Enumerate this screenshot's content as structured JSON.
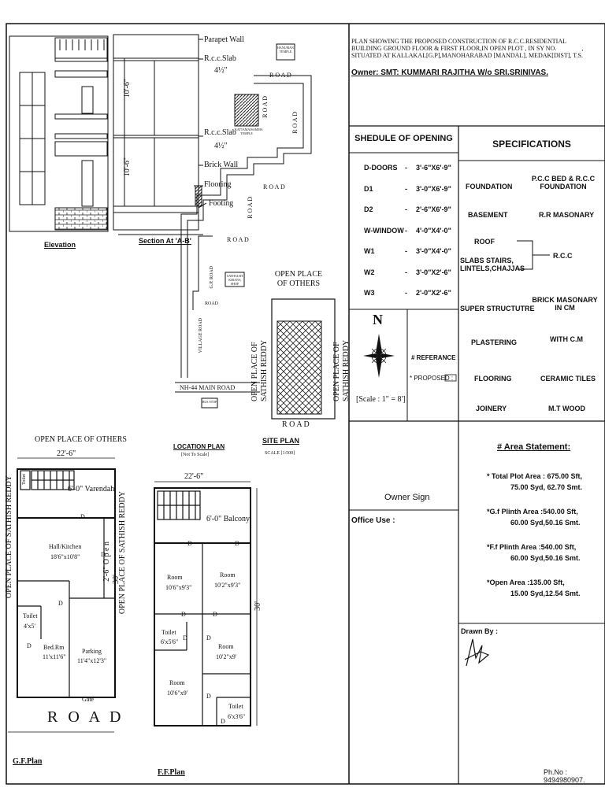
{
  "title_block": {
    "line1": "PLAN SHOWING THE PROPOSED CONSTRUCTION OF R.C.C.RESIDENTIAL",
    "line2": "BUILDING GROUND FLOOR & FIRST FLOOR,IN OPEN PLOT , IN SY NO.                ,",
    "line3": "SITUATED AT KALLAKAL[G.P],MANOHARABAD [MANDAL], MEDAK[DIST], T.S.",
    "owner": "Owner: SMT: KUMMARI RAJITHA W/o SRI.SRINIVAS."
  },
  "schedule": {
    "heading": "SHEDULE  OF OPENING",
    "rows": [
      {
        "key": "D-DOORS",
        "value": "3'-6\"X6'-9\""
      },
      {
        "key": "D1",
        "value": "3'-0\"X6'-9\""
      },
      {
        "key": "D2",
        "value": "2'-6\"X6'-9\""
      },
      {
        "key": "W-WINDOW",
        "value": "4'-0\"X4'-0\""
      },
      {
        "key": "W1",
        "value": "3'-0\"X4'-0\""
      },
      {
        "key": "W2",
        "value": "3'-0\"X2'-6\""
      },
      {
        "key": "W3",
        "value": "2'-0\"X2'-6\""
      }
    ]
  },
  "specifications": {
    "heading": "SPECIFICATIONS",
    "foundation_k": "FOUNDATION",
    "foundation_v": "P.C.C BED & R.C.C FOUNDATION",
    "basement_k": "BASEMENT",
    "basement_v": "R.R MASONARY",
    "roof_k": "ROOF",
    "slabs_k": "SLABS STAIRS, LINTELS,CHAJJAS",
    "roof_v": "R.C.C",
    "super_k": "SUPER STRUCTUTRE",
    "super_v": "BRICK MASONARY IN CM",
    "plaster_k": "PLASTERING",
    "plaster_v": "WITH C.M",
    "floor_k": "FLOORING",
    "floor_v": "CERAMIC TILES",
    "joinery_k": "JOINERY",
    "joinery_v": "M.T WOOD"
  },
  "legend": {
    "north": "N",
    "scale": "[Scale : 1\" = 8']",
    "reference": "# REFERANCE :",
    "proposed": "* PROPOSED :"
  },
  "area": {
    "heading": "# Area Statement:",
    "total_1": "* Total Plot Area : 675.00 Sft,",
    "total_2": "75.00 Syd, 62.70 Smt.",
    "gf_1": "*G.f Plinth Area :540.00 Sft,",
    "gf_2": "60.00 Syd,50.16 Smt.",
    "ff_1": "*F.f Plinth Area :540.00 Sft,",
    "ff_2": "60.00 Syd,50.16 Smt.",
    "open_1": "*Open Area :135.00 Sft,",
    "open_2": "15.00 Syd,12.54 Smt."
  },
  "signatures": {
    "owner_sign": "Owner Sign",
    "office_use": "Office Use :",
    "drawn_by": "Drawn By :",
    "phone": "Ph.No : 9494980907."
  },
  "elevation": {
    "caption": "Elevation"
  },
  "section": {
    "caption": "Section At 'A-B'",
    "parapet": "Parapet Wall",
    "slab1": "R.c.c.Slab",
    "thk1": "4½\"",
    "slab2": "R.c.c.Slab",
    "thk2": "4½\"",
    "brick": "Brick Wall",
    "flooring": "Flooring",
    "footing": "Footing",
    "h1": "10'-6\"",
    "h2": "10'-6\""
  },
  "location": {
    "caption": "LOCATION PLAN",
    "subcaption": "[Not To Scale]",
    "road1": "R O A D",
    "road2": "R O A D",
    "road3": "R O A D",
    "road4": "R O A D",
    "road5": "R O A D",
    "road6": "R O A D",
    "road7": "ROAD",
    "village_road": "VILLAGE ROAD",
    "main_road": "NH-44 MAIN ROAD",
    "gp_road": "G.P. ROAD",
    "tag1": "HANUMAN TEMPLE",
    "tag2": "KATTAMAISAMMA TEMPLE",
    "tag3": "SATHAIAH KIRANA SHOP",
    "tag4": "BUS STOP"
  },
  "site": {
    "caption": "SITE PLAN",
    "scale": "SCALE [1:500]",
    "open_others": "OPEN PLACE OF OTHERS",
    "left_label": "OPEN PLACE OF SATHISH REDDY",
    "right_label": "OPEN PLACE OF SATHISH REDDY",
    "road": "R O A D"
  },
  "gf": {
    "caption": "G.F.Plan",
    "top_label": "OPEN PLACE OF OTHERS",
    "width": "22'-6\"",
    "depth": "30'",
    "toilet_top": "Toilet",
    "verandah": "6'-0\"  Varendah",
    "hall": "Hall/Kitchen",
    "hall_dim": "18'6\"x10'8\"",
    "open": "2'-6\"  O p e n",
    "toilet": "Toilet",
    "toilet_dim": "4'x5'",
    "bed": "Bed.Rm",
    "bed_dim": "11'x11'6\"",
    "parking": "Parking",
    "parking_dim": "11'4\"x12'3\"",
    "gate": "Gate",
    "road": "R O A D",
    "left_label": "OPEN PLACE OF SATHISH REDDY",
    "right_label": "OPEN PLACE OF SATHISH REDDY",
    "d": "D"
  },
  "ff": {
    "caption": "F.F.Plan",
    "width": "22'-6\"",
    "depth": "30'",
    "balcony": "6'-0\"  Balcony",
    "room1": "Room",
    "room1_dim": "10'6\"x9'3\"",
    "room2": "Room",
    "room2_dim": "10'2\"x9'3\"",
    "toilet1": "Toilet",
    "toilet1_dim": "6'x5'6\"",
    "room3": "Room",
    "room3_dim": "10'2\"x9'",
    "room4": "Room",
    "room4_dim": "10'6\"x9'",
    "toilet2": "Toilet",
    "toilet2_dim": "6'x3'6\"",
    "d": "D"
  }
}
